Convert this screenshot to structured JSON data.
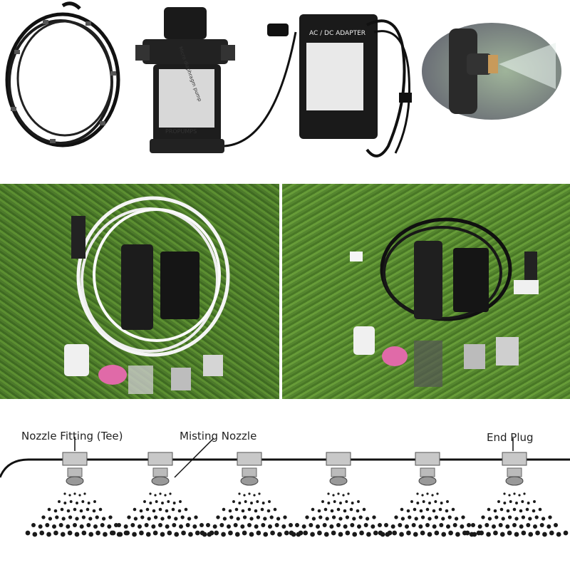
{
  "top_row": {
    "adapter_text": "AC / DC ADAPTER",
    "pump_brand": "PROPUMPS",
    "pump_label": "Micro diaphragm pump"
  },
  "diagram": {
    "label_tee": "Nozzle Fitting (Tee)",
    "label_nozzle": "Misting Nozzle",
    "label_end": "End Plug",
    "colors": {
      "line": "#111111",
      "fitting": "#c8c8c8",
      "mist": "#1a1a1a"
    }
  },
  "icons": [
    "tubing-coil-icon",
    "pump-icon",
    "adapter-icon",
    "nozzle-spray-icon"
  ]
}
